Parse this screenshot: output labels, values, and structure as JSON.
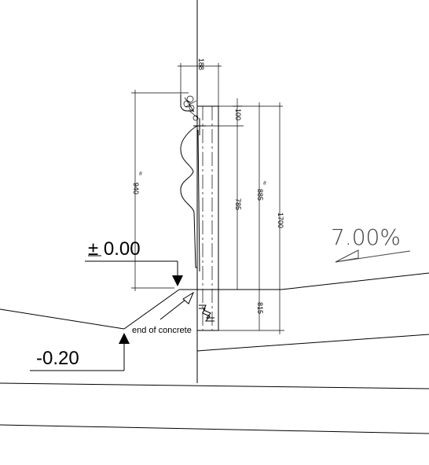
{
  "dimensions": {
    "top_width": "188",
    "cap_offset": "100",
    "left_height": "940",
    "left_marker": "≈",
    "mid_height": "785",
    "right_height": "885",
    "right_marker": "≈",
    "total_height": "1700",
    "embed_depth": "815"
  },
  "levels": {
    "upper": "± 0.00",
    "lower": "-0.20"
  },
  "notes": {
    "end_of_concrete": "end of concrete"
  },
  "slope": {
    "label": "7.00%"
  }
}
